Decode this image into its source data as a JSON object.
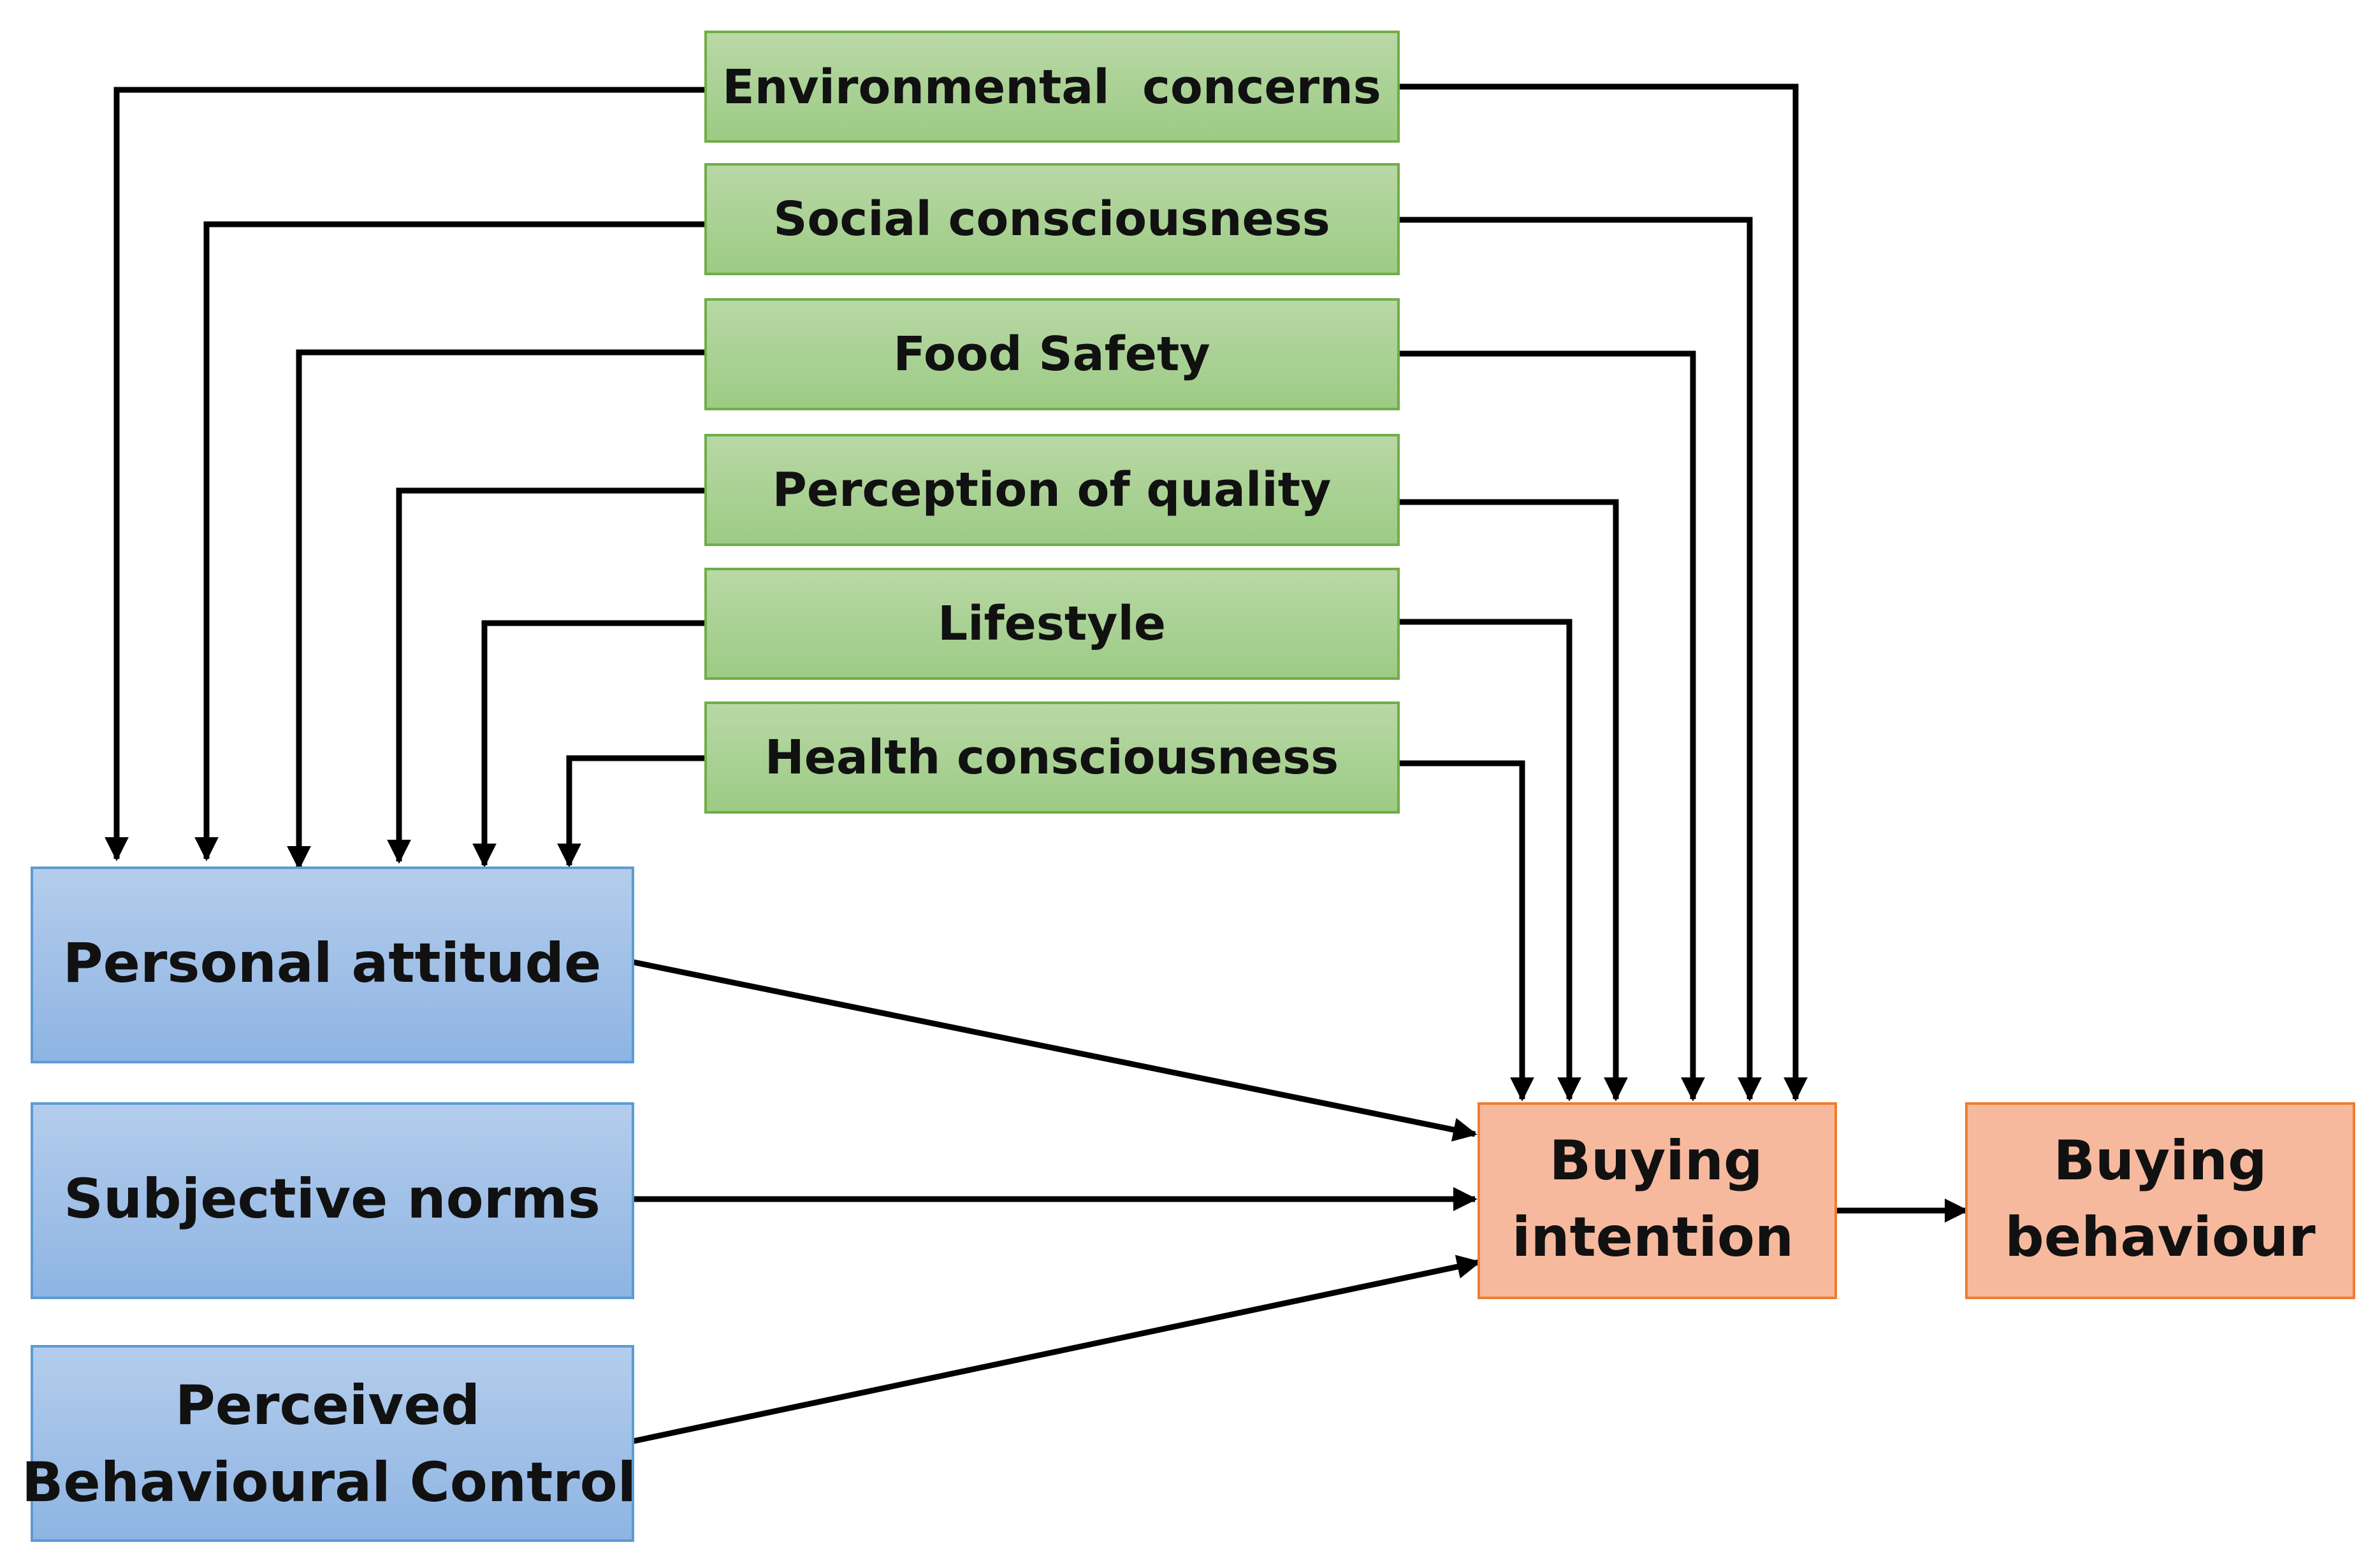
{
  "colors": {
    "factor_fill_top": "#b9d8a6",
    "factor_fill_bottom": "#9ccb84",
    "factor_border": "#70ad47",
    "tpb_fill_top": "#b4cdec",
    "tpb_fill_bottom": "#8eb4e3",
    "tpb_border": "#5b9bd5",
    "outcome_fill": "#f7b99d",
    "outcome_border": "#ed7d31",
    "edge": "#000000"
  },
  "nodes": {
    "environmental_concerns": {
      "label": "Environmental  concerns"
    },
    "social_consciousness": {
      "label": "Social consciousness"
    },
    "food_safety": {
      "label": "Food Safety"
    },
    "perception_of_quality": {
      "label": "Perception of quality"
    },
    "lifestyle": {
      "label": "Lifestyle"
    },
    "health_consciousness": {
      "label": "Health consciousness"
    },
    "personal_attitude": {
      "label": "Personal attitude"
    },
    "subjective_norms": {
      "label": "Subjective norms"
    },
    "perceived_behavioural_control": {
      "line1": "Perceived",
      "line2": "Behavioural Control"
    },
    "buying_intention": {
      "line1": "Buying",
      "line2": "intention"
    },
    "buying_behaviour": {
      "line1": "Buying",
      "line2": "behaviour"
    }
  },
  "edges": [
    {
      "from": "environmental_concerns",
      "to": "personal_attitude"
    },
    {
      "from": "social_consciousness",
      "to": "personal_attitude"
    },
    {
      "from": "food_safety",
      "to": "personal_attitude"
    },
    {
      "from": "perception_of_quality",
      "to": "personal_attitude"
    },
    {
      "from": "lifestyle",
      "to": "personal_attitude"
    },
    {
      "from": "health_consciousness",
      "to": "personal_attitude"
    },
    {
      "from": "environmental_concerns",
      "to": "buying_intention"
    },
    {
      "from": "social_consciousness",
      "to": "buying_intention"
    },
    {
      "from": "food_safety",
      "to": "buying_intention"
    },
    {
      "from": "perception_of_quality",
      "to": "buying_intention"
    },
    {
      "from": "lifestyle",
      "to": "buying_intention"
    },
    {
      "from": "health_consciousness",
      "to": "buying_intention"
    },
    {
      "from": "personal_attitude",
      "to": "buying_intention"
    },
    {
      "from": "subjective_norms",
      "to": "buying_intention"
    },
    {
      "from": "perceived_behavioural_control",
      "to": "buying_intention"
    },
    {
      "from": "buying_intention",
      "to": "buying_behaviour"
    }
  ]
}
